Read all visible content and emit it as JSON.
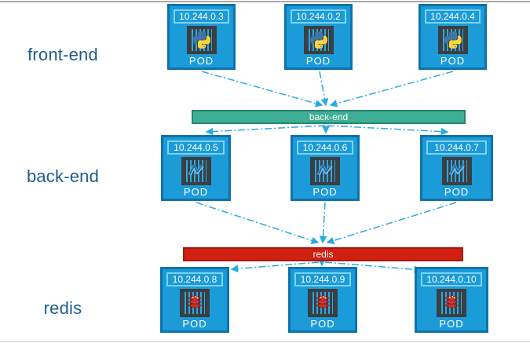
{
  "row_labels": {
    "frontend": "front-end",
    "backend": "back-end",
    "redis": "redis"
  },
  "service_bars": {
    "backend": {
      "label": "back-end",
      "fill": "#3fae96",
      "border": "#27856f"
    },
    "redis": {
      "label": "redis",
      "fill": "#d11f10",
      "border": "#a51a10"
    }
  },
  "pods": {
    "frontend": [
      {
        "ip": "10.244.0.3"
      },
      {
        "ip": "10.244.0.2"
      },
      {
        "ip": "10.244.0.4"
      }
    ],
    "backend": [
      {
        "ip": "10.244.0.5"
      },
      {
        "ip": "10.244.0.6"
      },
      {
        "ip": "10.244.0.7"
      }
    ],
    "redis": [
      {
        "ip": "10.244.0.8"
      },
      {
        "ip": "10.244.0.9"
      },
      {
        "ip": "10.244.0.10"
      }
    ]
  },
  "pod_label": "POD",
  "icons": {
    "frontend": "python-icon",
    "backend": "webservice-icon",
    "redis": "redis-icon"
  },
  "colors": {
    "pod_fill": "#1b9bd8",
    "pod_border": "#0f72ad",
    "ip_box_border": "#7dd2f4",
    "arrow": "#29abe2",
    "backend_bar": "#3fae96",
    "redis_bar": "#d11f10",
    "tier_label_text": "#1b5e8e"
  }
}
